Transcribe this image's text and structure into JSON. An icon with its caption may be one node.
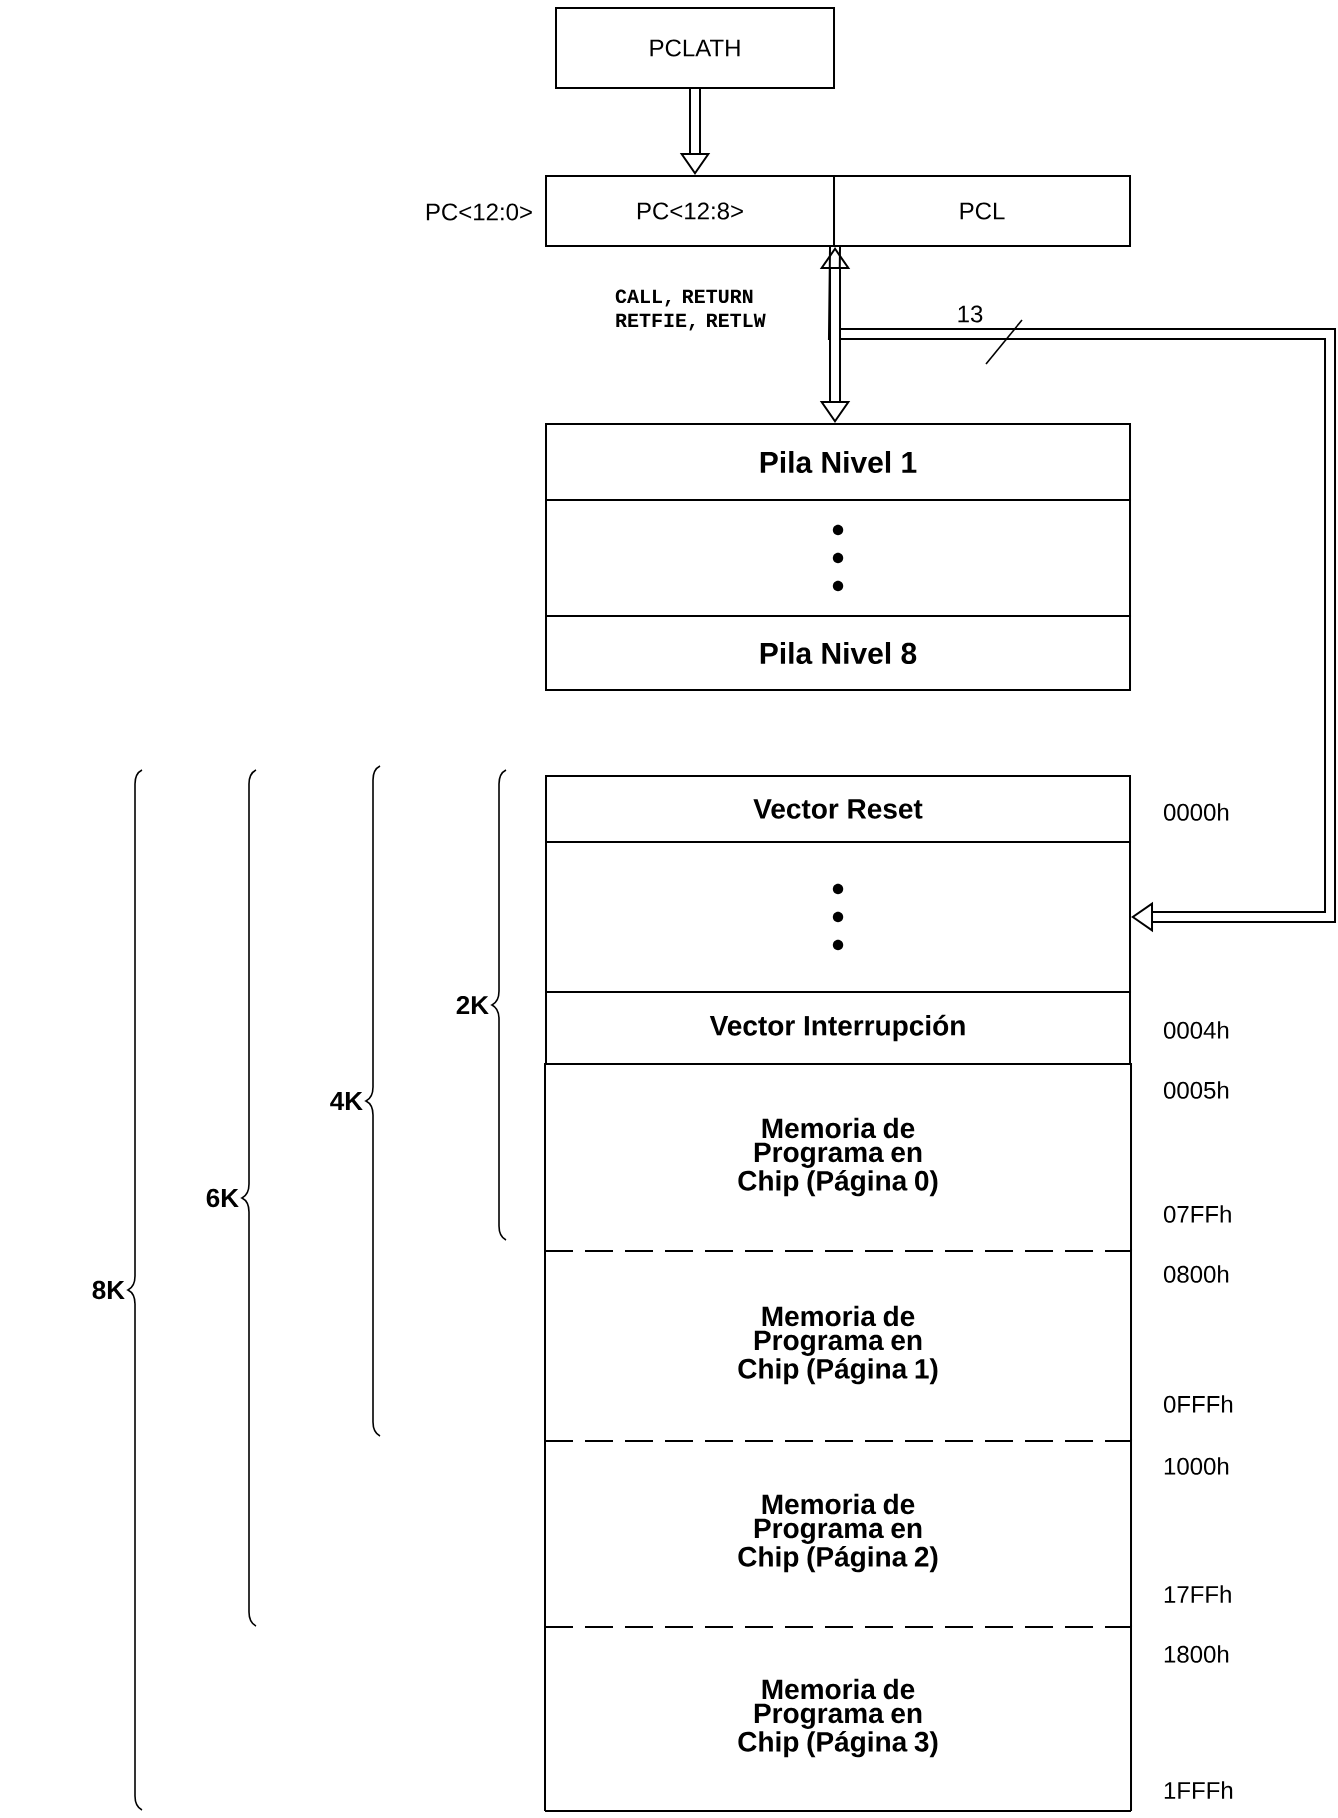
{
  "diagram": {
    "nodes": [
      {
        "text": [
          "PCLATH"
        ]
      },
      {
        "text": [
          "PC<12:8>"
        ],
        "beside": [
          "PC<12:0>"
        ]
      },
      {
        "text": [
          "PCL"
        ]
      },
      {
        "text": [
          "Pila Nivel 1"
        ]
      },
      {
        "text": [],
        "shape": "box"
      },
      {
        "text": [
          "Pila Nivel 8"
        ]
      },
      {
        "text": [
          "Vector Reset"
        ],
        "beside": [
          "0000h"
        ]
      },
      {
        "text": [],
        "shape": "box"
      },
      {
        "text": [
          "Vector Interrupción"
        ],
        "beside": [
          "0004h"
        ]
      },
      {
        "text": [
          "Memoria de Programa en Chip (Página 0)"
        ],
        "beside": [
          "0005h",
          "07FFh"
        ]
      },
      {
        "text": [
          "Memoria de Programa en Chip (Página 1)"
        ],
        "beside": [
          "0800h",
          "0FFFh"
        ]
      },
      {
        "text": [
          "Memoria de Programa en Chip (Página 2)"
        ],
        "beside": [
          "1000h",
          "17FFh"
        ]
      },
      {
        "text": [
          "Memoria de Programa en Chip (Página 3)"
        ],
        "beside": [
          "1800h",
          "1FFFh"
        ]
      }
    ],
    "edges": [
      {
        "from": 0,
        "to": 1,
        "arrow": "to"
      },
      {
        "from": 1,
        "to": 3,
        "arrow": "both",
        "label": "CALL, RETURN RETFIE, RETLW"
      },
      {
        "from": 1,
        "to": 7,
        "arrow": "to",
        "label": "13"
      }
    ],
    "labels": [
      "2K",
      "4K",
      "6K",
      "8K"
    ]
  }
}
